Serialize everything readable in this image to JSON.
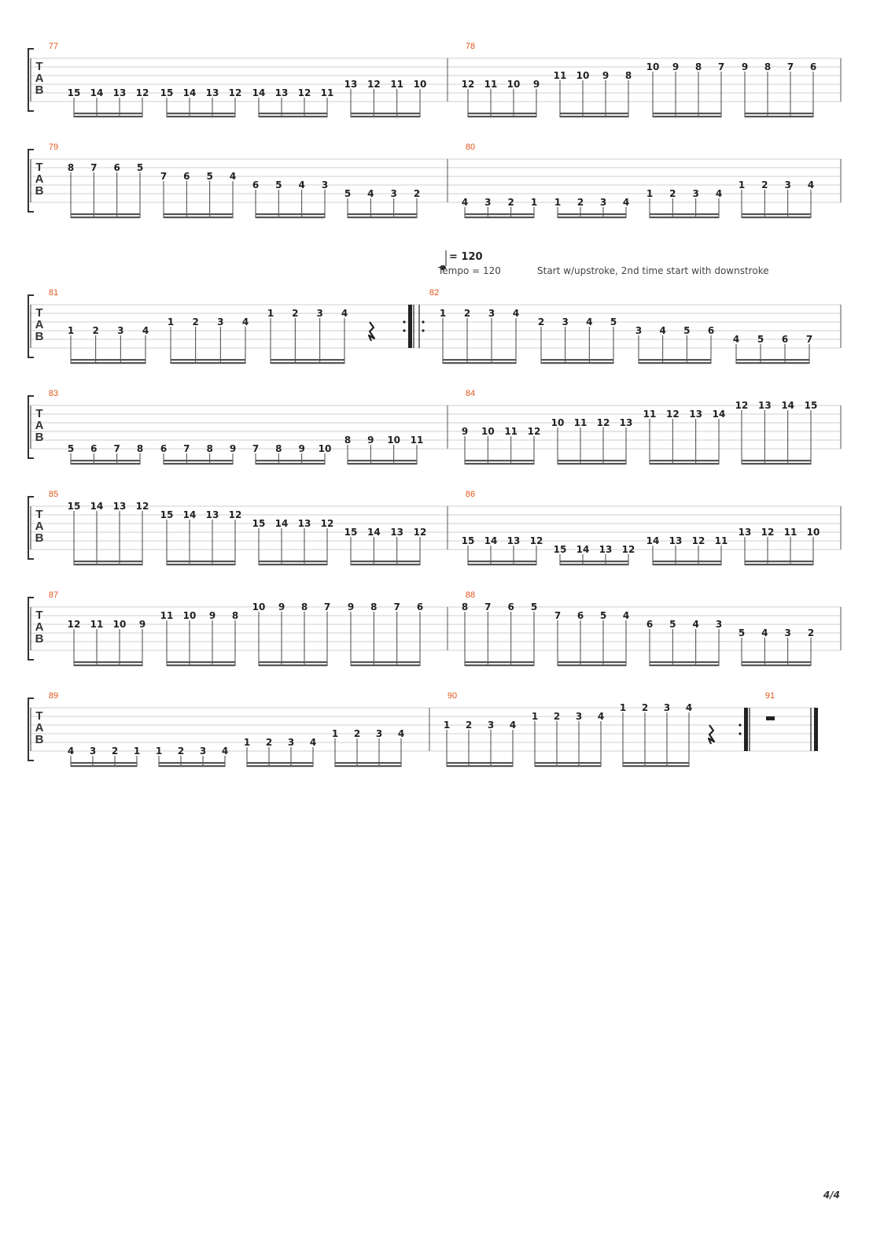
{
  "page": {
    "number": "4/4"
  },
  "clef": {
    "t": "T",
    "a": "A",
    "b": "B"
  },
  "tempo": {
    "bpm": "= 120",
    "text": "Tempo = 120",
    "note": "Start w/upstroke, 2nd time start with downstroke"
  },
  "systems": [
    {
      "measures": [
        {
          "number": "77",
          "groups": [
            {
              "string": 5,
              "frets": [
                "15",
                "14",
                "13",
                "12"
              ]
            },
            {
              "string": 5,
              "frets": [
                "15",
                "14",
                "13",
                "12"
              ]
            },
            {
              "string": 5,
              "frets": [
                "14",
                "13",
                "12",
                "11"
              ]
            },
            {
              "string": 4,
              "frets": [
                "13",
                "12",
                "11",
                "10"
              ]
            }
          ]
        },
        {
          "number": "78",
          "groups": [
            {
              "string": 4,
              "frets": [
                "12",
                "11",
                "10",
                "9"
              ]
            },
            {
              "string": 3,
              "frets": [
                "11",
                "10",
                "9",
                "8"
              ]
            },
            {
              "string": 2,
              "frets": [
                "10",
                "9",
                "8",
                "7"
              ]
            },
            {
              "string": 2,
              "frets": [
                "9",
                "8",
                "7",
                "6"
              ]
            }
          ]
        }
      ]
    },
    {
      "measures": [
        {
          "number": "79",
          "groups": [
            {
              "string": 2,
              "frets": [
                "8",
                "7",
                "6",
                "5"
              ]
            },
            {
              "string": 3,
              "frets": [
                "7",
                "6",
                "5",
                "4"
              ]
            },
            {
              "string": 4,
              "frets": [
                "6",
                "5",
                "4",
                "3"
              ]
            },
            {
              "string": 5,
              "frets": [
                "5",
                "4",
                "3",
                "2"
              ]
            }
          ]
        },
        {
          "number": "80",
          "groups": [
            {
              "string": 6,
              "frets": [
                "4",
                "3",
                "2",
                "1"
              ]
            },
            {
              "string": 6,
              "frets": [
                "1",
                "2",
                "3",
                "4"
              ]
            },
            {
              "string": 5,
              "frets": [
                "1",
                "2",
                "3",
                "4"
              ]
            },
            {
              "string": 4,
              "frets": [
                "1",
                "2",
                "3",
                "4"
              ]
            }
          ]
        }
      ]
    },
    {
      "measures": [
        {
          "number": "81",
          "end": "repeat-end",
          "groups": [
            {
              "string": 4,
              "frets": [
                "1",
                "2",
                "3",
                "4"
              ]
            },
            {
              "string": 3,
              "frets": [
                "1",
                "2",
                "3",
                "4"
              ]
            },
            {
              "string": 2,
              "frets": [
                "1",
                "2",
                "3",
                "4"
              ]
            },
            {
              "rest": "quarter"
            }
          ]
        },
        {
          "number": "82",
          "groups": [
            {
              "string": 2,
              "frets": [
                "1",
                "2",
                "3",
                "4"
              ]
            },
            {
              "string": 3,
              "frets": [
                "2",
                "3",
                "4",
                "5"
              ]
            },
            {
              "string": 4,
              "frets": [
                "3",
                "4",
                "5",
                "6"
              ]
            },
            {
              "string": 5,
              "frets": [
                "4",
                "5",
                "6",
                "7"
              ]
            }
          ]
        }
      ]
    },
    {
      "measures": [
        {
          "number": "83",
          "groups": [
            {
              "string": 6,
              "frets": [
                "5",
                "6",
                "7",
                "8"
              ]
            },
            {
              "string": 6,
              "frets": [
                "6",
                "7",
                "8",
                "9"
              ]
            },
            {
              "string": 6,
              "frets": [
                "7",
                "8",
                "9",
                "10"
              ]
            },
            {
              "string": 5,
              "frets": [
                "8",
                "9",
                "10",
                "11"
              ]
            }
          ]
        },
        {
          "number": "84",
          "groups": [
            {
              "string": 4,
              "frets": [
                "9",
                "10",
                "11",
                "12"
              ]
            },
            {
              "string": 3,
              "frets": [
                "10",
                "11",
                "12",
                "13"
              ]
            },
            {
              "string": 2,
              "frets": [
                "11",
                "12",
                "13",
                "14"
              ]
            },
            {
              "string": 1,
              "frets": [
                "12",
                "13",
                "14",
                "15"
              ]
            }
          ]
        }
      ]
    },
    {
      "measures": [
        {
          "number": "85",
          "groups": [
            {
              "string": 1,
              "frets": [
                "15",
                "14",
                "13",
                "12"
              ]
            },
            {
              "string": 2,
              "frets": [
                "15",
                "14",
                "13",
                "12"
              ]
            },
            {
              "string": 3,
              "frets": [
                "15",
                "14",
                "13",
                "12"
              ]
            },
            {
              "string": 4,
              "frets": [
                "15",
                "14",
                "13",
                "12"
              ]
            }
          ]
        },
        {
          "number": "86",
          "groups": [
            {
              "string": 5,
              "frets": [
                "15",
                "14",
                "13",
                "12"
              ]
            },
            {
              "string": 6,
              "frets": [
                "15",
                "14",
                "13",
                "12"
              ]
            },
            {
              "string": 5,
              "frets": [
                "14",
                "13",
                "12",
                "11"
              ]
            },
            {
              "string": 4,
              "frets": [
                "13",
                "12",
                "11",
                "10"
              ]
            }
          ]
        }
      ]
    },
    {
      "measures": [
        {
          "number": "87",
          "groups": [
            {
              "string": 3,
              "frets": [
                "12",
                "11",
                "10",
                "9"
              ]
            },
            {
              "string": 2,
              "frets": [
                "11",
                "10",
                "9",
                "8"
              ]
            },
            {
              "string": 1,
              "frets": [
                "10",
                "9",
                "8",
                "7"
              ]
            },
            {
              "string": 1,
              "frets": [
                "9",
                "8",
                "7",
                "6"
              ]
            }
          ]
        },
        {
          "number": "88",
          "groups": [
            {
              "string": 1,
              "frets": [
                "8",
                "7",
                "6",
                "5"
              ]
            },
            {
              "string": 2,
              "frets": [
                "7",
                "6",
                "5",
                "4"
              ]
            },
            {
              "string": 3,
              "frets": [
                "6",
                "5",
                "4",
                "3"
              ]
            },
            {
              "string": 4,
              "frets": [
                "5",
                "4",
                "3",
                "2"
              ]
            }
          ]
        }
      ]
    },
    {
      "measures": [
        {
          "number": "89",
          "groups": [
            {
              "string": 6,
              "frets": [
                "4",
                "3",
                "2",
                "1"
              ]
            },
            {
              "string": 6,
              "frets": [
                "1",
                "2",
                "3",
                "4"
              ]
            },
            {
              "string": 5,
              "frets": [
                "1",
                "2",
                "3",
                "4"
              ]
            },
            {
              "string": 4,
              "frets": [
                "1",
                "2",
                "3",
                "4"
              ]
            }
          ]
        },
        {
          "number": "90",
          "end": "repeat-end",
          "groups": [
            {
              "string": 3,
              "frets": [
                "1",
                "2",
                "3",
                "4"
              ]
            },
            {
              "string": 2,
              "frets": [
                "1",
                "2",
                "3",
                "4"
              ]
            },
            {
              "string": 1,
              "frets": [
                "1",
                "2",
                "3",
                "4"
              ]
            },
            {
              "rest": "quarter"
            }
          ]
        },
        {
          "number": "91",
          "end": "final",
          "groups": [
            {
              "rest": "half"
            }
          ]
        }
      ]
    }
  ]
}
